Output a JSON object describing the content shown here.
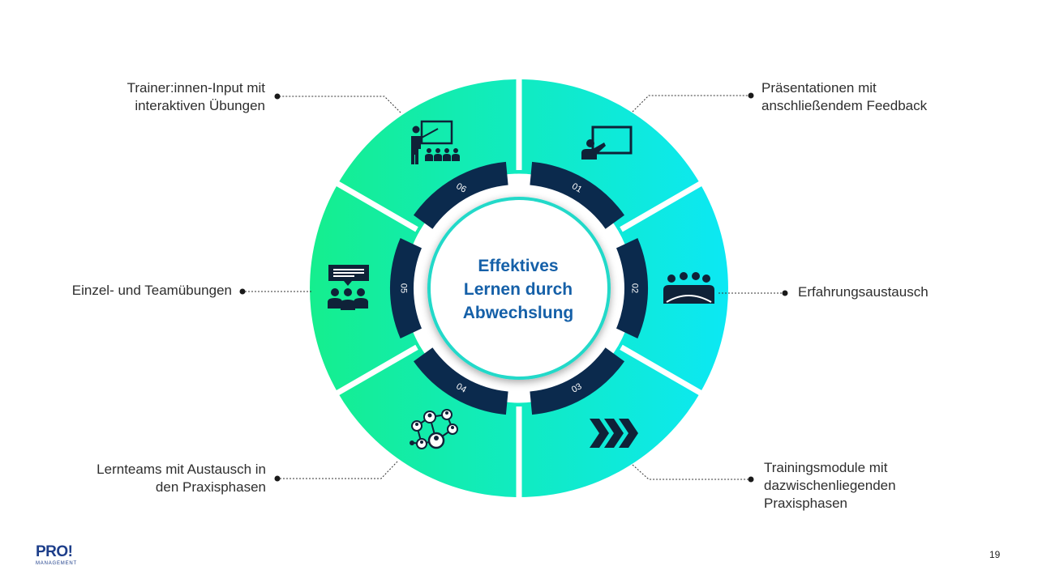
{
  "center": {
    "line1": "Effektives",
    "line2": "Lernen durch",
    "line3": "Abwechslung"
  },
  "segments": [
    {
      "number": "01",
      "icon": "presentation-icon",
      "label_lines": [
        "Präsentationen mit",
        "anschließendem Feedback"
      ]
    },
    {
      "number": "02",
      "icon": "audience-group-icon",
      "label_lines": [
        "Erfahrungsaustausch"
      ]
    },
    {
      "number": "03",
      "icon": "chevrons-right-icon",
      "label_lines": [
        "Trainingsmodule mit",
        "dazwischenliegenden",
        "Praxisphasen"
      ]
    },
    {
      "number": "04",
      "icon": "network-people-icon",
      "label_lines": [
        "Lernteams mit Austausch in",
        "den Praxisphasen"
      ]
    },
    {
      "number": "05",
      "icon": "team-chat-icon",
      "label_lines": [
        "Einzel- und Teamübungen"
      ]
    },
    {
      "number": "06",
      "icon": "trainer-board-icon",
      "label_lines": [
        "Trainer:innen-Input mit",
        "interaktiven Übungen"
      ]
    }
  ],
  "colors": {
    "gradient_left": "#15ee8e",
    "gradient_right": "#0ce8f4",
    "inner_ring": "#0b2a4d",
    "center_text": "#1560a8",
    "center_border": "#24d9c9",
    "icon": "#0f2238",
    "leader_line": "#333333"
  },
  "footer": {
    "logo_main": "PRO!",
    "logo_sub": "MANAGEMENT",
    "page_number": "19"
  }
}
